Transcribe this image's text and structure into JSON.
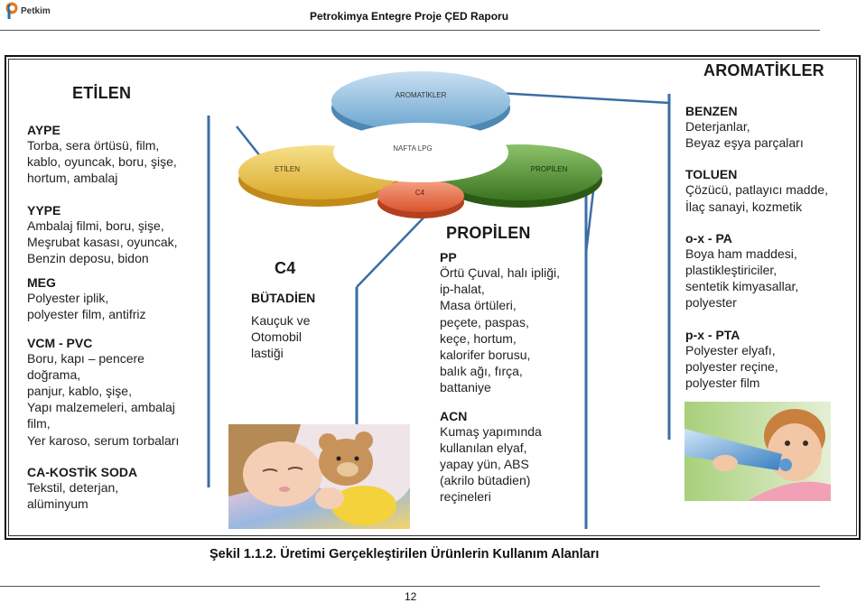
{
  "header": {
    "logo_text": "Petkim",
    "report_title": "Petrokimya Entegre Proje ÇED Raporu"
  },
  "diagram": {
    "ellipses": {
      "top": "AROMATİKLER",
      "center": "NAFTA LPG",
      "left": "ETİLEN",
      "right": "PROPİLEN",
      "bottom": "C4"
    },
    "colors": {
      "aromatics": "#8ab8da",
      "ethylene": "#e8c24a",
      "propylene": "#4f8a2e",
      "c4": "#e26a45",
      "lines": "#3a6ea5"
    },
    "etilen": {
      "title": "ETİLEN",
      "groups": [
        {
          "name": "AYPE",
          "lines": [
            "Torba, sera örtüsü, film,",
            "kablo, oyuncak, boru, şişe,",
            "hortum, ambalaj"
          ]
        },
        {
          "name": "YYPE",
          "lines": [
            "Ambalaj filmi, boru, şişe,",
            "Meşrubat kasası, oyuncak,",
            "Benzin deposu, bidon"
          ]
        },
        {
          "name": "MEG",
          "lines": [
            "Polyester iplik,",
            "polyester film, antifriz"
          ]
        },
        {
          "name": "VCM  -  PVC",
          "lines": [
            "Boru, kapı – pencere",
            "doğrama,",
            "panjur, kablo, şişe,",
            "Yapı malzemeleri, ambalaj",
            "film,",
            "Yer karoso, serum torbaları"
          ]
        },
        {
          "name": "CA-KOSTİK SODA",
          "lines": [
            "Tekstil, deterjan,",
            "alüminyum"
          ]
        }
      ]
    },
    "c4": {
      "title": "C4",
      "group_name": "BÜTADİEN",
      "lines": [
        "Kauçuk ve",
        "Otomobil",
        "lastiği"
      ]
    },
    "propilen": {
      "title": "PROPİLEN",
      "groups": [
        {
          "name": "PP",
          "lines": [
            "Örtü Çuval, halı ipliği,",
            "ip-halat,",
            "Masa örtüleri,",
            "peçete, paspas,",
            "keçe, hortum,",
            "kalorifer borusu,",
            "balık ağı, fırça,",
            "battaniye"
          ]
        },
        {
          "name": "ACN",
          "lines": [
            "Kumaş yapımında",
            "kullanılan elyaf,",
            "yapay yün, ABS",
            "(akrilo bütadien)",
            "reçineleri"
          ]
        }
      ]
    },
    "aromatikler": {
      "title": "AROMATİKLER",
      "groups": [
        {
          "name": "BENZEN",
          "lines": [
            "Deterjanlar,",
            "Beyaz eşya parçaları"
          ]
        },
        {
          "name": "TOLUEN",
          "lines": [
            "Çözücü, patlayıcı madde,",
            "İlaç sanayi, kozmetik"
          ]
        },
        {
          "name": "o-x  -  PA",
          "lines": [
            "Boya ham maddesi,",
            "plastikleştiriciler,",
            "sentetik kimyasallar,",
            "polyester"
          ]
        },
        {
          "name": "p-x  -  PTA",
          "lines": [
            "Polyester elyafı,",
            "polyester reçine,",
            "polyester film"
          ]
        }
      ]
    }
  },
  "caption": "Şekil 1.1.2. Üretimi Gerçekleştirilen Ürünlerin Kullanım Alanları",
  "page_number": "12"
}
